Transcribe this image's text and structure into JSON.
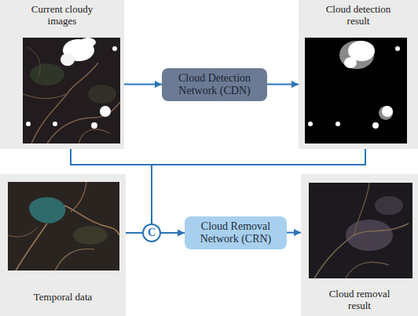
{
  "diagram": {
    "nodes": [
      {
        "text": [
          "Current cloudy images"
        ]
      },
      {
        "text": [
          "Cloud Detection Network (CDN)"
        ]
      },
      {
        "text": [
          "Cloud detection result"
        ]
      },
      {
        "text": [
          "Temporal data"
        ]
      },
      {
        "text": [
          "C"
        ]
      },
      {
        "text": [
          "Cloud Removal Network (CRN)"
        ]
      },
      {
        "text": [
          "Cloud removal result"
        ]
      }
    ],
    "edges": [
      {
        "from": 0,
        "to": 1,
        "arrow": "to"
      },
      {
        "from": 1,
        "to": 2,
        "arrow": "to"
      },
      {
        "from": 0,
        "to": 4,
        "arrow": "none"
      },
      {
        "from": 2,
        "to": 4,
        "arrow": "none"
      },
      {
        "from": 3,
        "to": 4,
        "arrow": "none"
      },
      {
        "from": 4,
        "to": 5,
        "arrow": "to"
      },
      {
        "from": 5,
        "to": 6,
        "arrow": "to"
      }
    ]
  }
}
